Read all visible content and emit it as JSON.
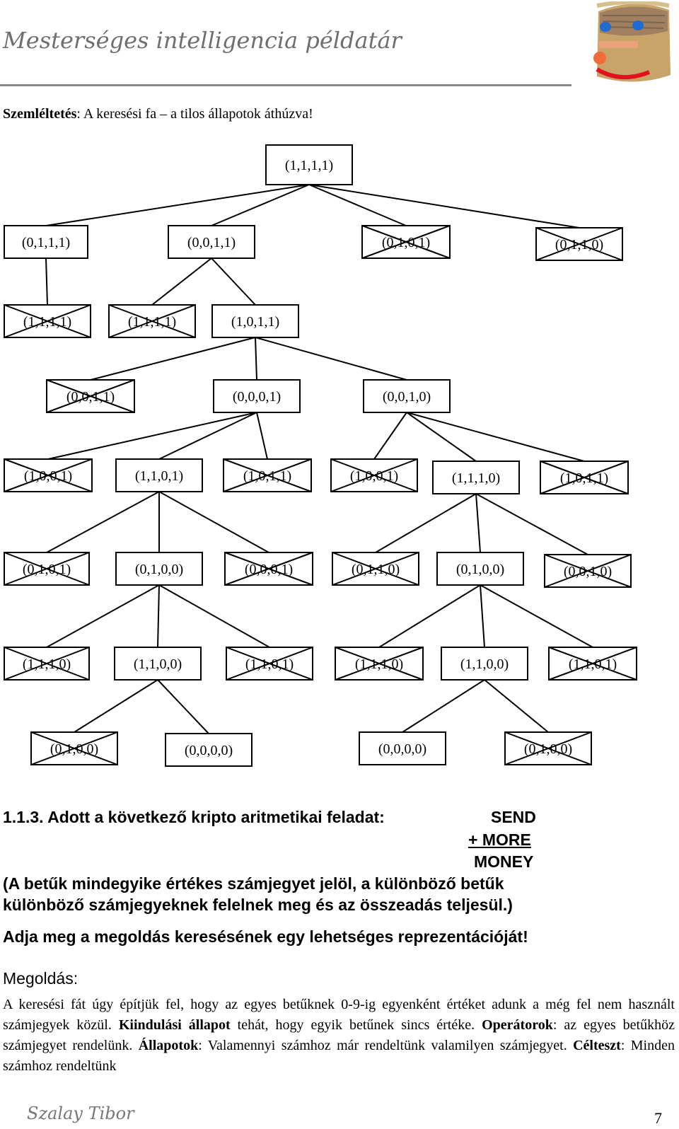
{
  "header": {
    "title": "Mesterséges intelligencia példatár"
  },
  "caption": {
    "bold": "Szemléltetés",
    "rest": ": A keresési fa – a tilos állapotok áthúzva!"
  },
  "tree": {
    "nodes": [
      {
        "id": "n0",
        "label": "(1,1,1,1)",
        "crossed": false
      },
      {
        "id": "n1a",
        "label": "(0,1,1,1)",
        "crossed": false
      },
      {
        "id": "n1b",
        "label": "(0,0,1,1)",
        "crossed": false
      },
      {
        "id": "n1c",
        "label": "(0,1,0,1)",
        "crossed": true
      },
      {
        "id": "n1d",
        "label": "(0,1,1,0)",
        "crossed": true
      },
      {
        "id": "n2a",
        "label": "(1,1,1,1)",
        "crossed": true
      },
      {
        "id": "n2b",
        "label": "(1,1,1,1)",
        "crossed": true
      },
      {
        "id": "n2c",
        "label": "(1,0,1,1)",
        "crossed": false
      },
      {
        "id": "n3a",
        "label": "(0,0,1,1)",
        "crossed": true
      },
      {
        "id": "n3b",
        "label": "(0,0,0,1)",
        "crossed": false
      },
      {
        "id": "n3c",
        "label": "(0,0,1,0)",
        "crossed": false
      },
      {
        "id": "n4a",
        "label": "(1,0,0,1)",
        "crossed": true
      },
      {
        "id": "n4b",
        "label": "(1,1,0,1)",
        "crossed": false
      },
      {
        "id": "n4c",
        "label": "(1,0,1,1)",
        "crossed": true
      },
      {
        "id": "n4d",
        "label": "(1,0,0,1)",
        "crossed": true
      },
      {
        "id": "n4e",
        "label": "(1,1,1,0)",
        "crossed": false
      },
      {
        "id": "n4f",
        "label": "(1,0,1,1)",
        "crossed": true
      },
      {
        "id": "n5a",
        "label": "(0,1,0,1)",
        "crossed": true
      },
      {
        "id": "n5b",
        "label": "(0,1,0,0)",
        "crossed": false
      },
      {
        "id": "n5c",
        "label": "(0,0,0,1)",
        "crossed": true
      },
      {
        "id": "n5d",
        "label": "(0,1,1,0)",
        "crossed": true
      },
      {
        "id": "n5e",
        "label": "(0,1,0,0)",
        "crossed": false
      },
      {
        "id": "n5f",
        "label": "(0,0,1,0)",
        "crossed": true
      },
      {
        "id": "n6a",
        "label": "(1,1,1,0)",
        "crossed": true
      },
      {
        "id": "n6b",
        "label": "(1,1,0,0)",
        "crossed": false
      },
      {
        "id": "n6c",
        "label": "(1,1,0,1)",
        "crossed": true
      },
      {
        "id": "n6d",
        "label": "(1,1,1,0)",
        "crossed": true
      },
      {
        "id": "n6e",
        "label": "(1,1,0,0)",
        "crossed": false
      },
      {
        "id": "n6f",
        "label": "(1,1,0,1)",
        "crossed": true
      },
      {
        "id": "n7a",
        "label": "(0,1,0,0)",
        "crossed": true
      },
      {
        "id": "n7b",
        "label": "(0,0,0,0)",
        "crossed": false
      },
      {
        "id": "n7c",
        "label": "(0,0,0,0)",
        "crossed": false
      },
      {
        "id": "n7d",
        "label": "(0,1,0,0)",
        "crossed": true
      }
    ],
    "edges": [
      [
        "n0",
        "n1a"
      ],
      [
        "n0",
        "n1b"
      ],
      [
        "n0",
        "n1c"
      ],
      [
        "n0",
        "n1d"
      ],
      [
        "n1a",
        "n2a"
      ],
      [
        "n1b",
        "n2b"
      ],
      [
        "n1b",
        "n2c"
      ],
      [
        "n2c",
        "n3a"
      ],
      [
        "n2c",
        "n3b"
      ],
      [
        "n2c",
        "n3c"
      ],
      [
        "n3b",
        "n4a"
      ],
      [
        "n3b",
        "n4b"
      ],
      [
        "n3b",
        "n4c"
      ],
      [
        "n3c",
        "n4d"
      ],
      [
        "n3c",
        "n4e"
      ],
      [
        "n3c",
        "n4f"
      ],
      [
        "n4b",
        "n5a"
      ],
      [
        "n4b",
        "n5b"
      ],
      [
        "n4b",
        "n5c"
      ],
      [
        "n4e",
        "n5d"
      ],
      [
        "n4e",
        "n5e"
      ],
      [
        "n4e",
        "n5f"
      ],
      [
        "n5b",
        "n6a"
      ],
      [
        "n5b",
        "n6b"
      ],
      [
        "n5b",
        "n6c"
      ],
      [
        "n5e",
        "n6d"
      ],
      [
        "n5e",
        "n6e"
      ],
      [
        "n5e",
        "n6f"
      ],
      [
        "n6b",
        "n7a"
      ],
      [
        "n6b",
        "n7b"
      ],
      [
        "n6e",
        "n7c"
      ],
      [
        "n6e",
        "n7d"
      ]
    ]
  },
  "task": {
    "heading": "1.1.3. Adott a következő kripto aritmetikai feladat:",
    "line1": "SEND",
    "line2": "+ MORE",
    "line3": "MONEY",
    "note_line1": "(A betűk mindegyike értékes számjegyet jelöl, a különböző betűk",
    "note_line2": "különböző számjegyeknek felelnek meg és az összeadás teljesül.)",
    "question": "Adja meg a megoldás keresésének egy lehetséges reprezentációját!"
  },
  "solution": {
    "heading": "Megoldás:",
    "p1": "A keresési fát úgy építjük fel, hogy az egyes betűknek 0-9-ig egyenként értéket adunk a még fel nem használt számjegyek közül. ",
    "b1": "Kiindulási állapot",
    "p2": " tehát, hogy egyik betűnek sincs értéke. ",
    "b2": "Operátorok",
    "p3": ": az egyes betűkhöz számjegyet rendelünk. ",
    "b3": "Állapotok",
    "p4": ": Valamennyi számhoz már rendeltünk valamilyen számjegyet. ",
    "b4": "Célteszt",
    "p5": ": Minden számhoz rendeltünk"
  },
  "footer": {
    "author": "Szalay Tibor",
    "page": "7"
  }
}
